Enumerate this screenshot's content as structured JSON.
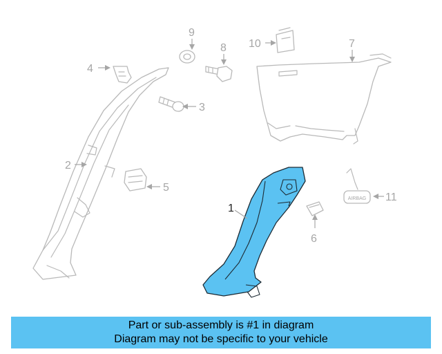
{
  "diagram": {
    "callouts": {
      "c1": "1",
      "c2": "2",
      "c3": "3",
      "c4": "4",
      "c5": "5",
      "c6": "6",
      "c7": "7",
      "c8": "8",
      "c9": "9",
      "c10": "10",
      "c11": "11"
    },
    "airbag_label": "AIRBAG"
  },
  "banner": {
    "line1": "Part or sub-assembly is #1 in diagram",
    "line2": "Diagram may not be specific to your vehicle"
  },
  "colors": {
    "highlight": "#5bc2f2",
    "outline": "#b9b9b9",
    "callout_text": "#a6a6a6"
  }
}
